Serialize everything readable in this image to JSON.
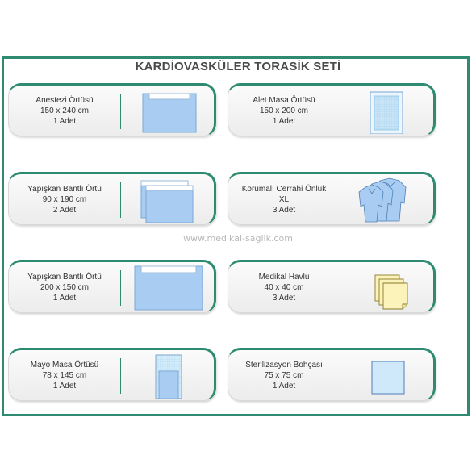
{
  "title": "KARDİOVASKÜLER TORASİK SETİ",
  "watermark": "www.medikal-saglik.com",
  "colors": {
    "frame": "#2e8b71",
    "drape_blue": "#a9cdf2",
    "towel_yellow": "#fbf3b9"
  },
  "items": [
    {
      "name": "Anestezi Örtüsü",
      "size": "150 x 240 cm",
      "qty": "1 Adet",
      "icon": "anesthesia-drape-icon"
    },
    {
      "name": "Alet Masa Örtüsü",
      "size": "150 x 200 cm",
      "qty": "1 Adet",
      "icon": "instrument-table-cover-icon"
    },
    {
      "name": "Yapışkan Bantlı Örtü",
      "size": "90 x 190 cm",
      "qty": "2 Adet",
      "icon": "adhesive-drape-pair-icon"
    },
    {
      "name": "Korumalı Cerrahi Önlük",
      "size": "XL",
      "qty": "3 Adet",
      "icon": "surgical-gown-icon"
    },
    {
      "name": "Yapışkan Bantlı Örtü",
      "size": "200 x 150 cm",
      "qty": "1 Adet",
      "icon": "adhesive-drape-icon"
    },
    {
      "name": "Medikal Havlu",
      "size": "40 x 40 cm",
      "qty": "3 Adet",
      "icon": "towel-stack-icon"
    },
    {
      "name": "Mayo Masa Örtüsü",
      "size": "78 x 145 cm",
      "qty": "1 Adet",
      "icon": "mayo-stand-cover-icon"
    },
    {
      "name": "Sterilizasyon Bohçası",
      "size": "75 x 75 cm",
      "qty": "1 Adet",
      "icon": "sterilization-wrap-icon"
    }
  ]
}
